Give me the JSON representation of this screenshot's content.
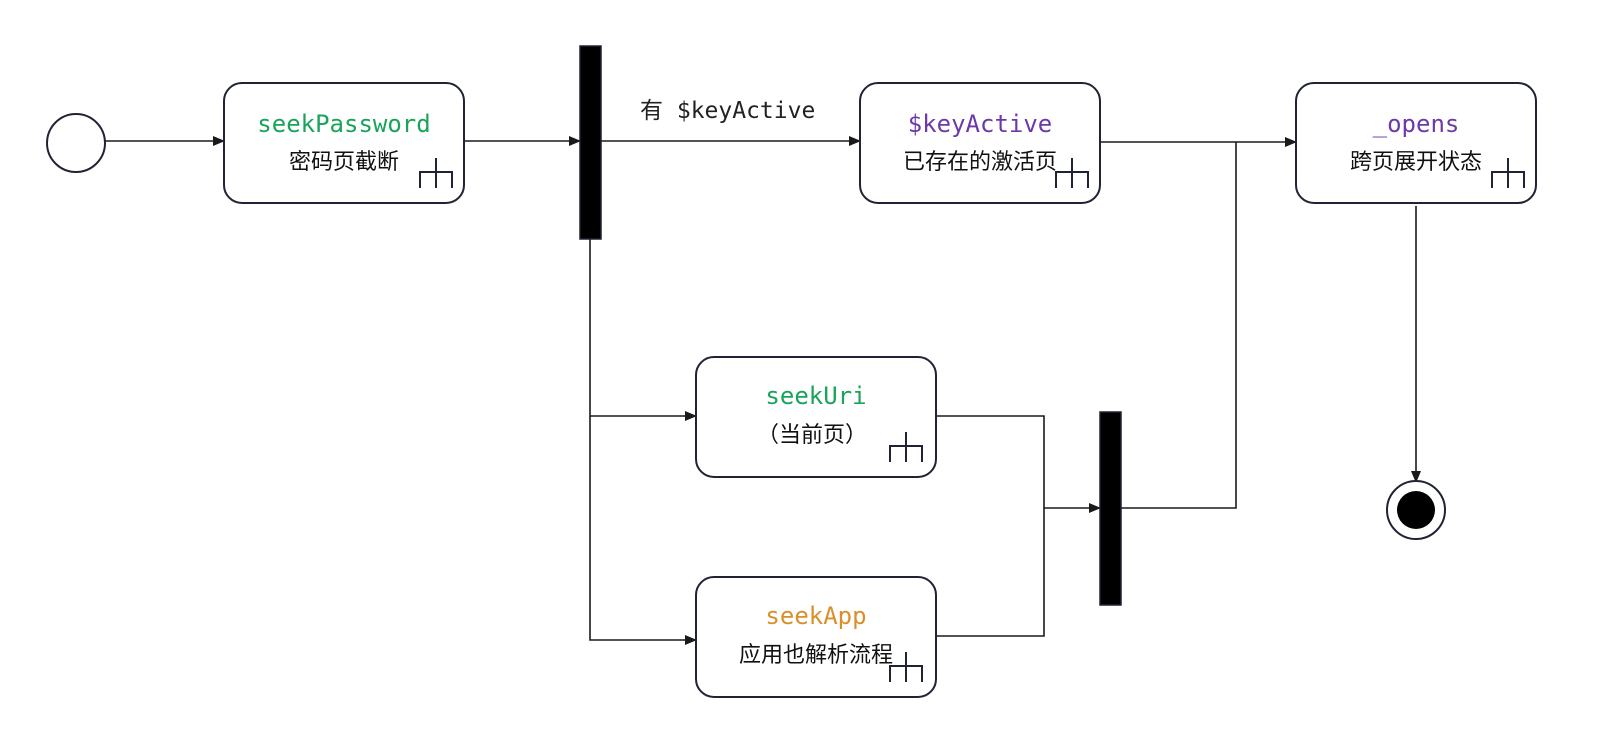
{
  "colors": {
    "green": "#1aa35a",
    "purple": "#6b3aa8",
    "orange": "#d9902a"
  },
  "icons": {
    "subactivity": "subactivity-rake-icon"
  },
  "nodes": {
    "seek_password": {
      "title": "seekPassword",
      "subtitle": "密码页截断",
      "color": "#1aa35a"
    },
    "key_active": {
      "title": "$keyActive",
      "subtitle": "已存在的激活页",
      "color": "#6b3aa8"
    },
    "opens": {
      "title": "_opens",
      "subtitle": "跨页展开状态",
      "color": "#6b3aa8"
    },
    "seek_uri": {
      "title": "seekUri",
      "subtitle": "（当前页）",
      "color": "#1aa35a"
    },
    "seek_app": {
      "title": "seekApp",
      "subtitle": "应用也解析流程",
      "color": "#d9902a"
    }
  },
  "edges": {
    "fork_to_key_active_label": "有 $keyActive"
  }
}
